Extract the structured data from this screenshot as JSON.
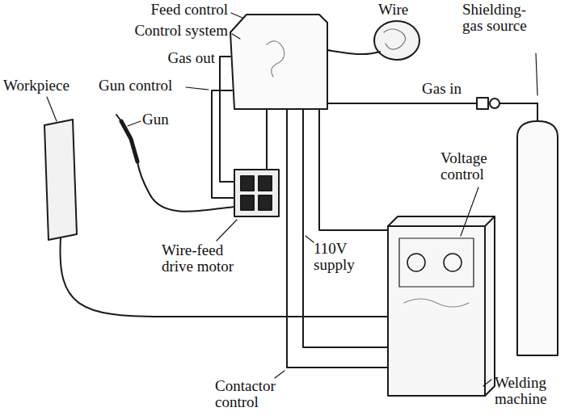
{
  "diagram": {
    "labels": [
      "Feed control",
      "Control system",
      "Gas out",
      "Workpiece",
      "Gun control",
      "Gun",
      "Wire",
      "Shielding-gas source",
      "Gas in",
      "Voltage control",
      "Wire-feed drive motor",
      "110V supply",
      "Contactor control",
      "Welding machine"
    ]
  }
}
